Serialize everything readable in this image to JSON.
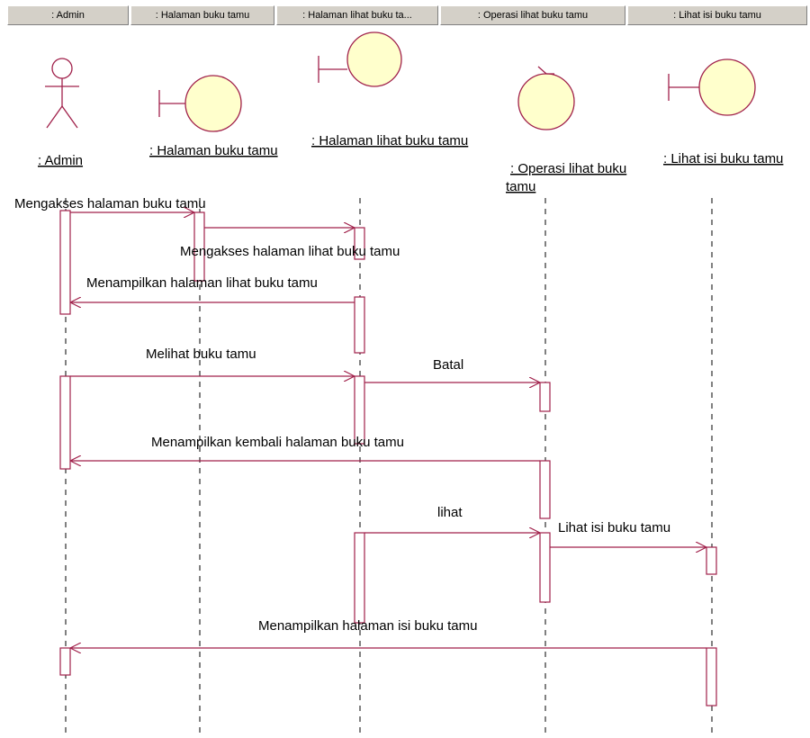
{
  "columns": [
    {
      "label": ": Admin"
    },
    {
      "label": ": Halaman buku tamu"
    },
    {
      "label": ": Halaman lihat buku ta..."
    },
    {
      "label": ": Operasi lihat buku tamu"
    },
    {
      "label": ": Lihat isi buku tamu"
    }
  ],
  "objects": {
    "admin": ": Admin",
    "halaman_buku_tamu": ": Halaman buku tamu",
    "halaman_lihat": ": Halaman lihat buku tamu",
    "operasi_line1": ": Operasi lihat buku",
    "operasi_line2": "tamu",
    "lihat_isi": ": Lihat isi buku tamu"
  },
  "messages": {
    "m1": "Mengakses halaman buku tamu",
    "m2": "Mengakses halaman lihat buku tamu",
    "m3": "Menampilkan halaman lihat buku tamu",
    "m4": "Melihat buku tamu",
    "m5": "Batal",
    "m6": "Menampilkan kembali halaman buku tamu",
    "m7": "lihat",
    "m8": "Lihat isi buku tamu",
    "m9": "Menampilkan halaman isi buku tamu"
  },
  "colors": {
    "line": "#a0204a",
    "object_fill": "#ffffcc",
    "header_bg": "#d4d0c8"
  }
}
